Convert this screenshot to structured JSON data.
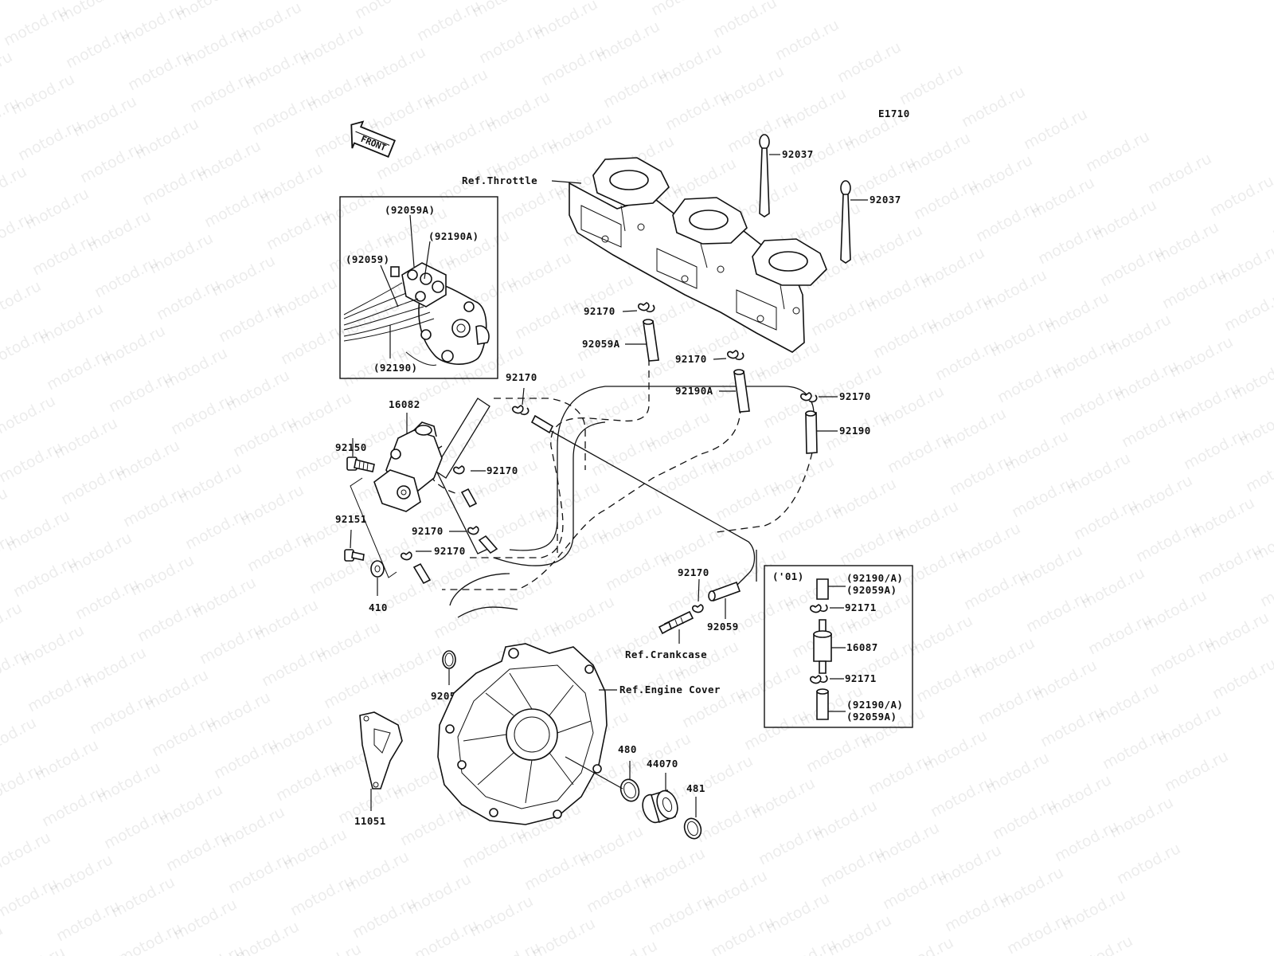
{
  "watermark": "motod.ru",
  "diagram_code": "E1710",
  "front_marker": "FRONT",
  "labels": {
    "ref_throttle": "Ref.Throttle",
    "p92037_a": "92037",
    "p92037_b": "92037",
    "detail_92059A": "(92059A)",
    "detail_92190A": "(92190A)",
    "detail_92059": "(92059)",
    "detail_92190": "(92190)",
    "p92170_1": "92170",
    "p92059A": "92059A",
    "p92170_2": "92170",
    "p92190A": "92190A",
    "p92170_3": "92170",
    "p92190": "92190",
    "p92170_4": "92170",
    "p16082": "16082",
    "p92150": "92150",
    "p92170_5": "92170",
    "p92151": "92151",
    "p92170_6": "92170",
    "p92170_7": "92170",
    "p410": "410",
    "p92170_8": "92170",
    "p92059": "92059",
    "ref_crankcase": "Ref.Crankcase",
    "p92055": "92055",
    "ref_engine_cover": "Ref.Engine Cover",
    "p11051": "11051",
    "p480": "480",
    "p44070": "44070",
    "p481": "481"
  },
  "inset": {
    "year": "('01)",
    "top_a": "(92190/A)",
    "top_b": "(92059A)",
    "clip_top": "92171",
    "valve": "16087",
    "clip_bottom": "92171",
    "bottom_a": "(92190/A)",
    "bottom_b": "(92059A)"
  }
}
